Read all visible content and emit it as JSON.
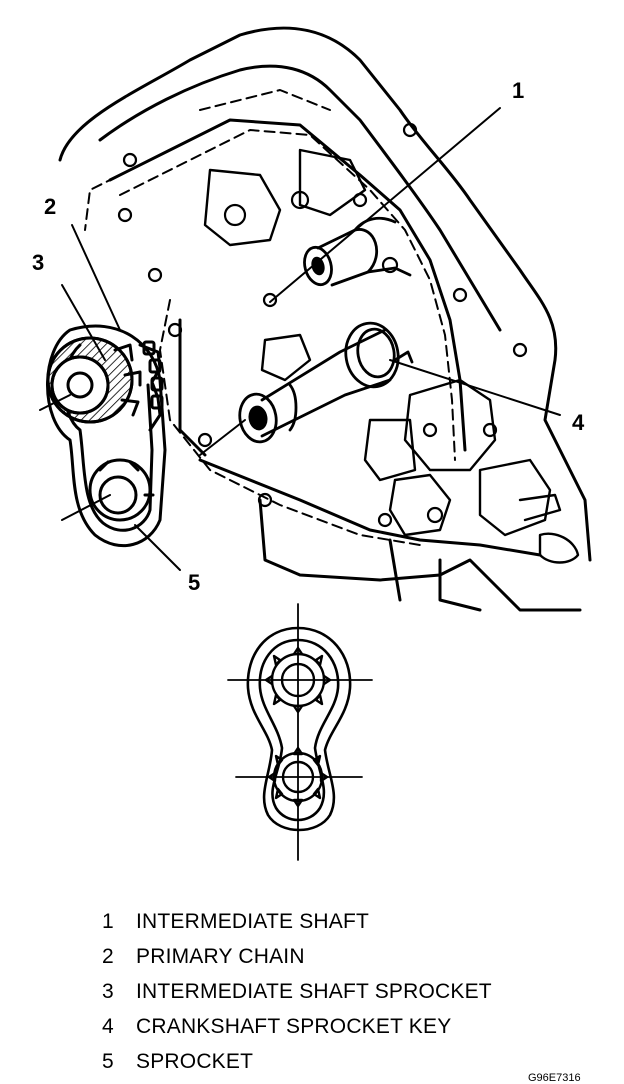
{
  "callouts": [
    {
      "id": "1",
      "text": "1"
    },
    {
      "id": "2",
      "text": "2"
    },
    {
      "id": "3",
      "text": "3"
    },
    {
      "id": "4",
      "text": "4"
    },
    {
      "id": "5",
      "text": "5"
    }
  ],
  "legend": [
    {
      "number": "1",
      "label": "INTERMEDIATE SHAFT"
    },
    {
      "number": "2",
      "label": "PRIMARY CHAIN"
    },
    {
      "number": "3",
      "label": "INTERMEDIATE SHAFT SPROCKET"
    },
    {
      "number": "4",
      "label": "CRANKSHAFT SPROCKET KEY"
    },
    {
      "number": "5",
      "label": "SPROCKET"
    }
  ],
  "figure_code": "G96E7316",
  "colors": {
    "ink": "#000000",
    "paper": "#ffffff"
  }
}
